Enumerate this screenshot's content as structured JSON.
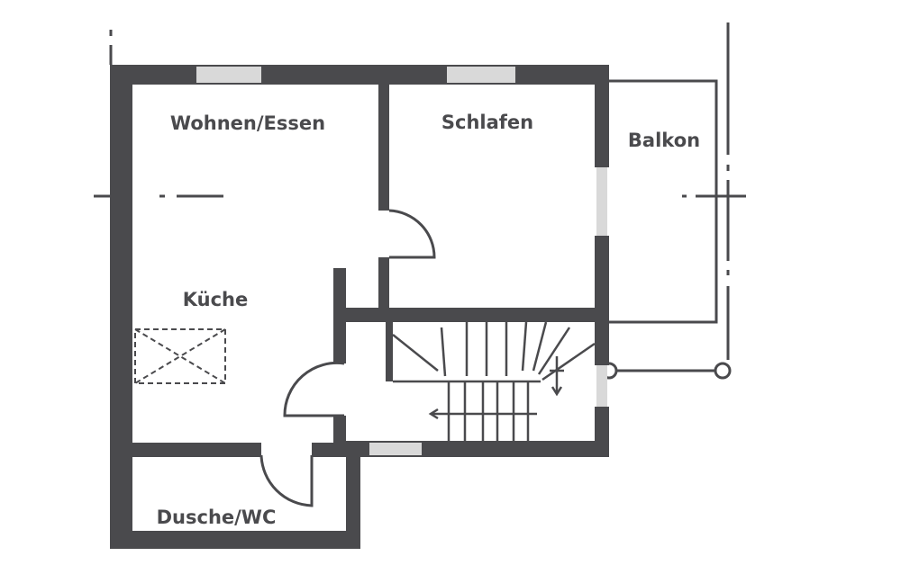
{
  "floorplan": {
    "colors": {
      "wall": "#4a4a4d",
      "window": "#d9d9d9",
      "background": "#ffffff"
    },
    "rooms": [
      {
        "name": "wohnen-essen",
        "label": "Wohnen/Essen"
      },
      {
        "name": "schlafen",
        "label": "Schlafen"
      },
      {
        "name": "balkon",
        "label": "Balkon"
      },
      {
        "name": "kueche",
        "label": "Küche"
      },
      {
        "name": "dusche-wc",
        "label": "Dusche/WC"
      }
    ]
  }
}
